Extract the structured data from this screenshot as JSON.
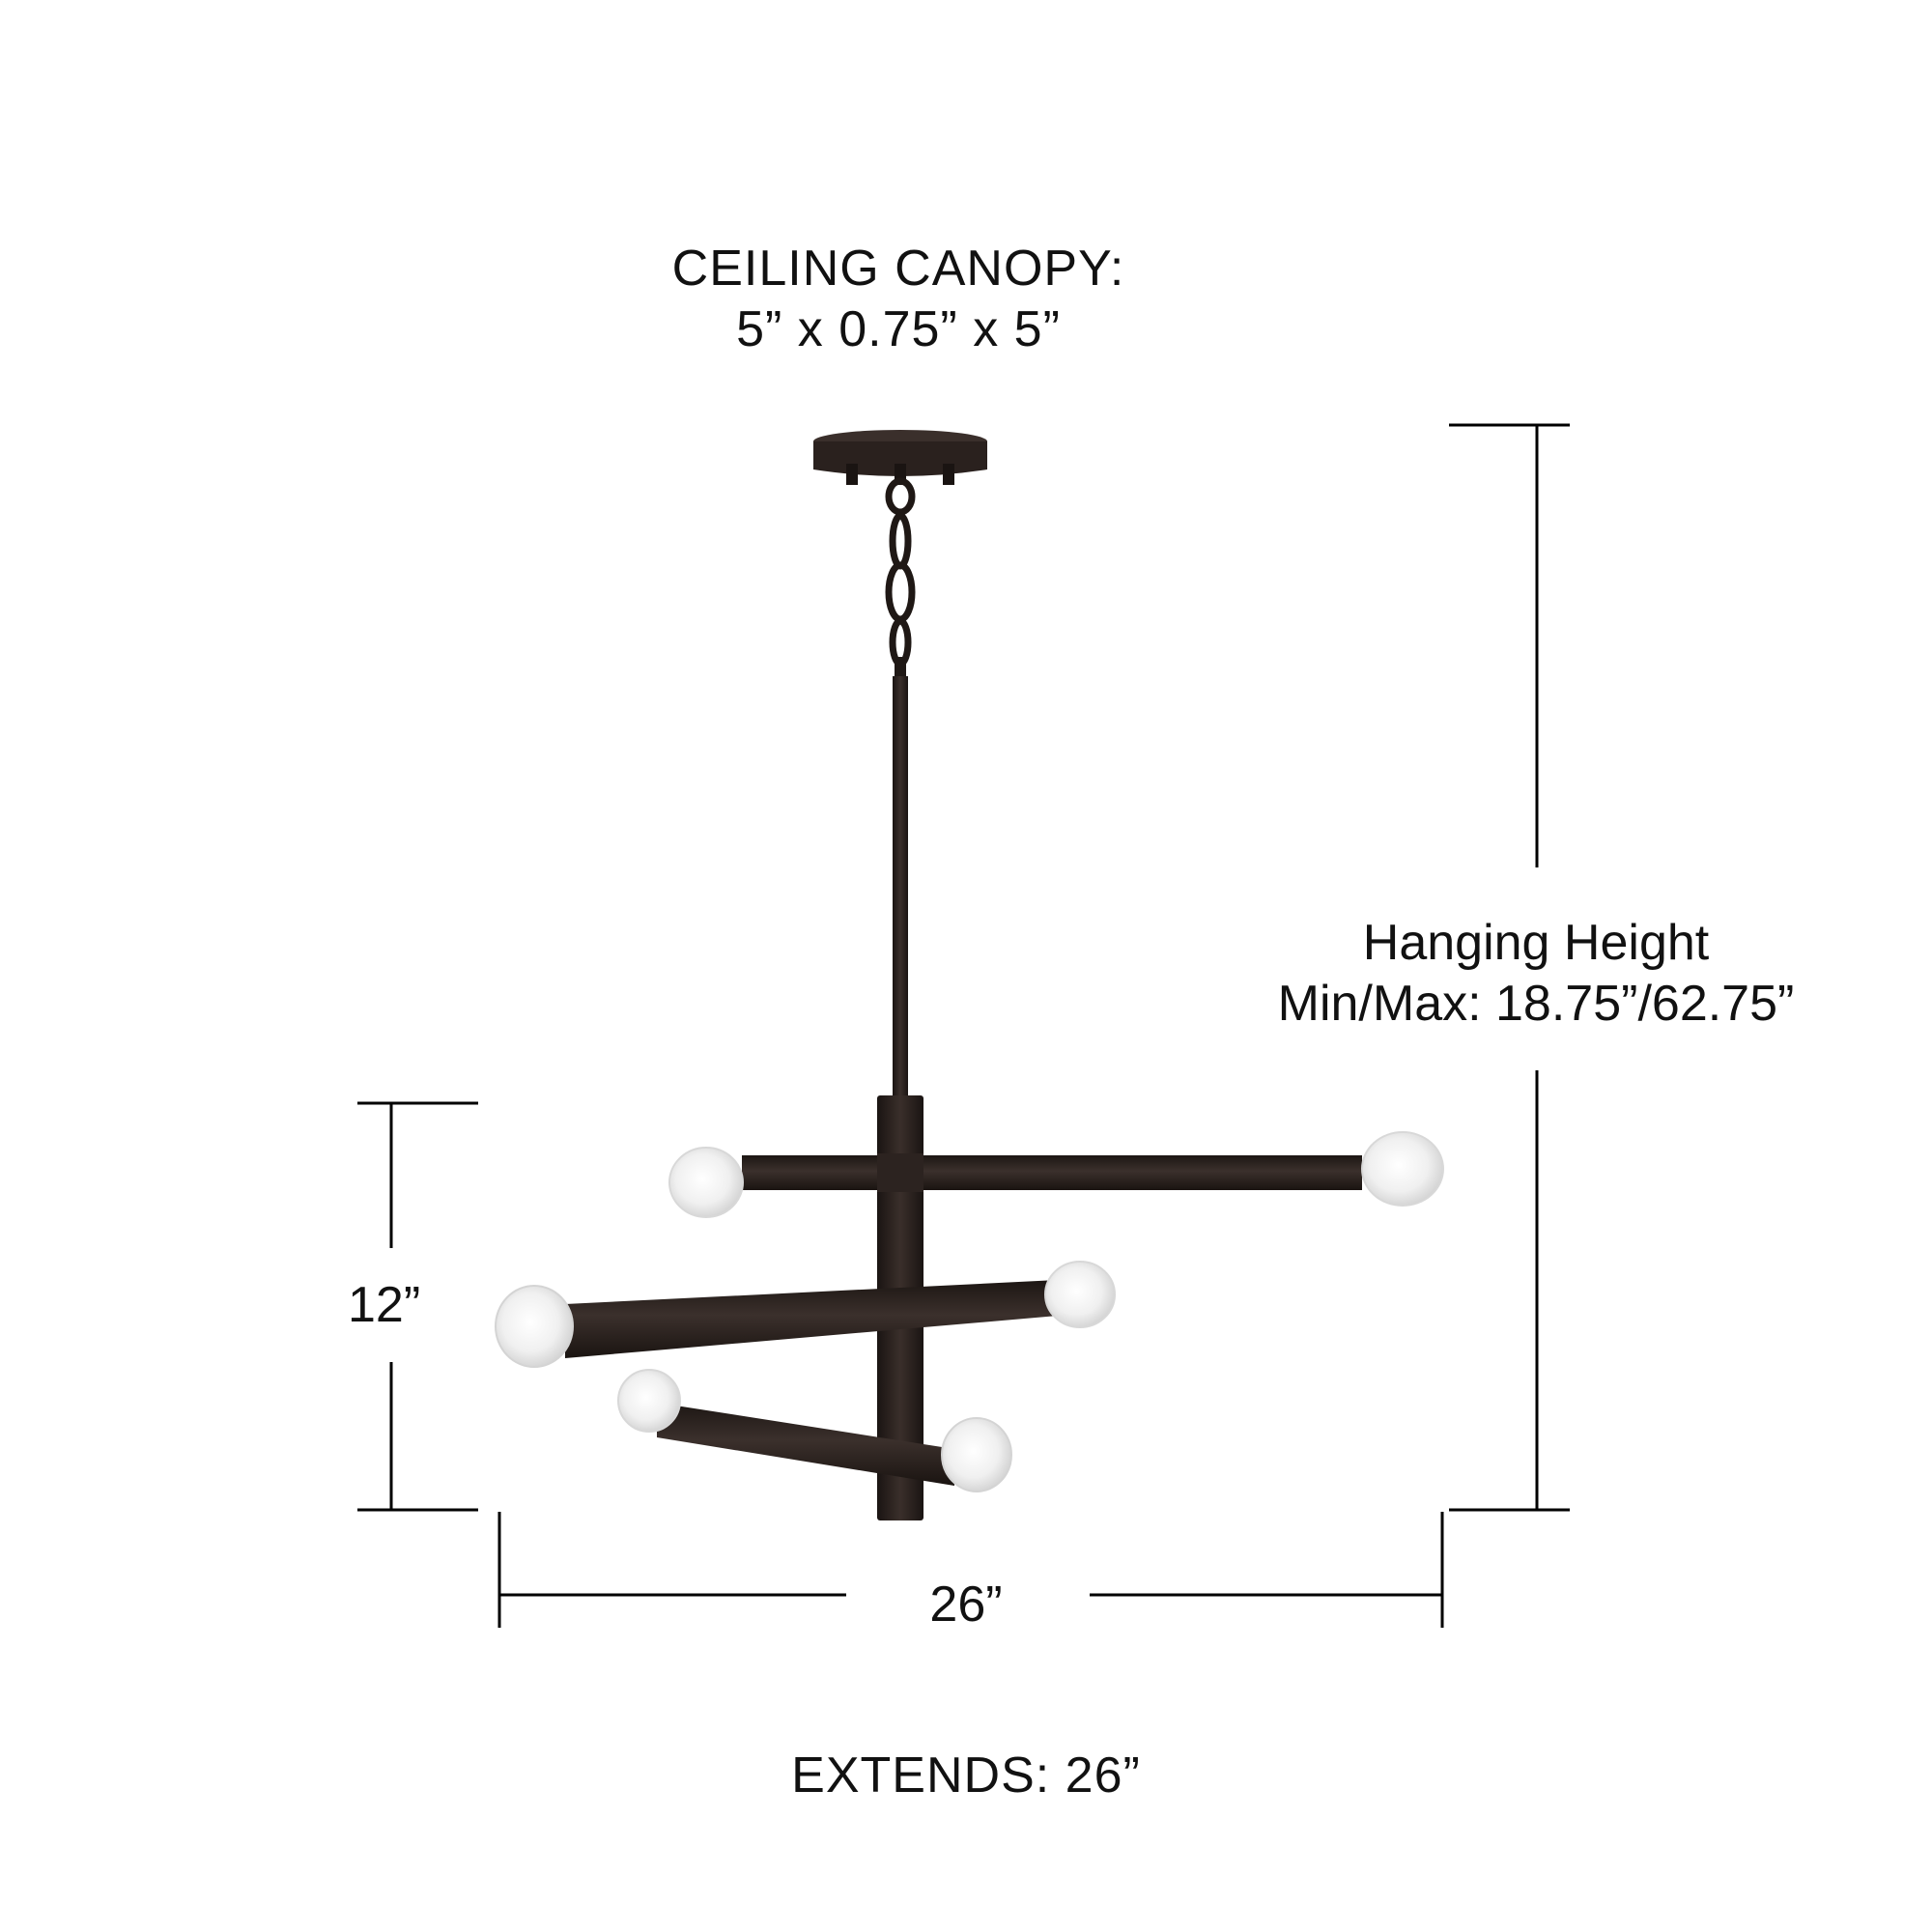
{
  "diagram": {
    "type": "product-dimension-diagram",
    "subject": "pendant chandelier",
    "colors": {
      "background": "#ffffff",
      "text": "#111111",
      "dimension_lines": "#000000",
      "fixture_finish": "#2a211e",
      "bulb_glass": "#eeeeee"
    },
    "labels": {
      "canopy": {
        "title": "CEILING CANOPY:",
        "value": "5” x 0.75” x 5”"
      },
      "hanging_height": {
        "title": "Hanging Height",
        "value": "Min/Max: 18.75”/62.75”"
      },
      "height": "12”",
      "width": "26”",
      "extends": "EXTENDS: 26”"
    },
    "fixture": {
      "arms": 3,
      "bulbs": 6
    }
  }
}
